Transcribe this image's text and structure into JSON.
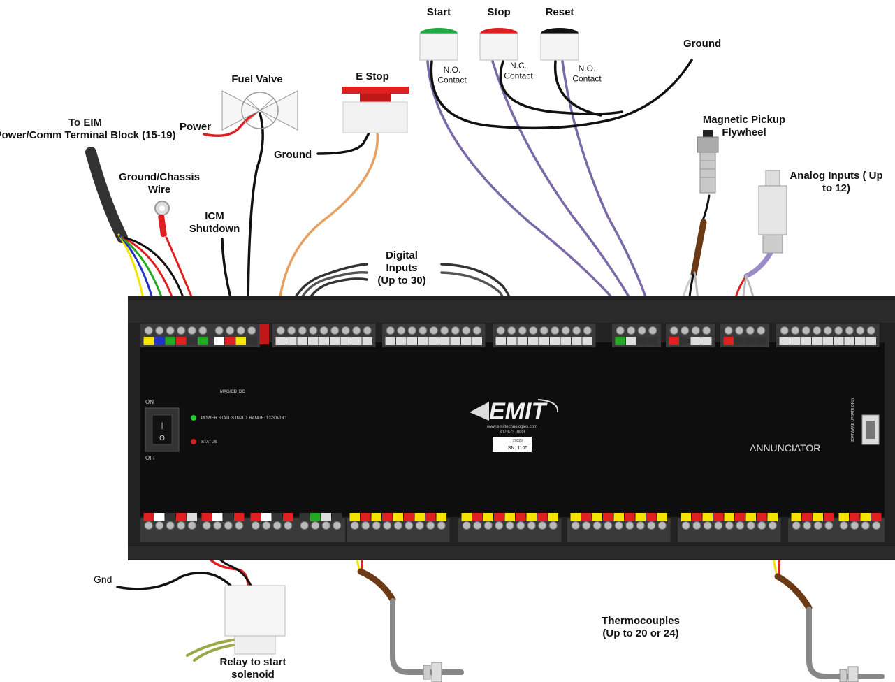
{
  "labels": {
    "start": "Start",
    "stop": "Stop",
    "reset": "Reset",
    "ground_top": "Ground",
    "no_contact_1": "N.O. Contact",
    "nc_contact": "N.C. Contact",
    "no_contact_2": "N.O. Contact",
    "estop": "E Stop",
    "fuel_valve": "Fuel Valve",
    "power": "Power",
    "ground_estop": "Ground",
    "eim_power": "To EIM Power/Comm Terminal Block (15-19)",
    "ground_chassis": "Ground/Chassis Wire",
    "icm_shutdown": "ICM Shutdown",
    "digital_inputs": "Digital Inputs (Up to 30)",
    "magnetic_pickup": "Magnetic Pickup Flywheel",
    "analog_inputs": "Analog Inputs ( Up to 12)",
    "gnd": "Gnd",
    "relay": "Relay to start solenoid",
    "thermocouples": "Thermocouples (Up to 20 or 24)"
  },
  "device": {
    "brand": "EMIT",
    "website": "www.emittechnologies.com",
    "phone": "307.673.0883",
    "serial": "SN: 1105",
    "part": "20329",
    "name": "ANNUNCIATOR",
    "switch_on": "ON",
    "switch_off": "OFF",
    "power_status": "POWER STATUS INPUT RANGE: 12-30VDC",
    "status": "STATUS",
    "usb_note": "SOFTWARE UPDATE ONLY",
    "mag_cd": "MAG/CD",
    "dc": "DC"
  },
  "colors": {
    "yellow": "#f5e400",
    "blue": "#2233cc",
    "green": "#22aa22",
    "red": "#e02020",
    "orange": "#e8a060",
    "purple": "#7a6aa8",
    "brown": "#6b3a14"
  }
}
